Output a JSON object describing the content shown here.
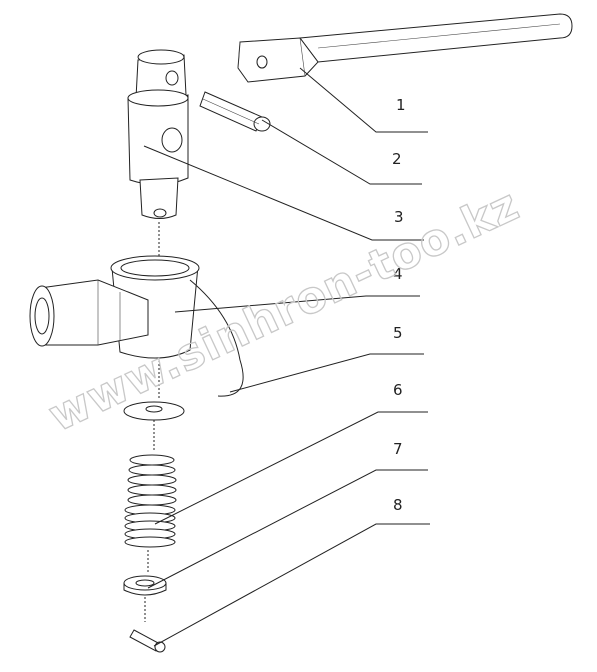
{
  "diagram": {
    "watermark": "www.sinhron-too.kz",
    "callouts": [
      "1",
      "2",
      "3",
      "4",
      "5",
      "6",
      "7",
      "8"
    ]
  }
}
